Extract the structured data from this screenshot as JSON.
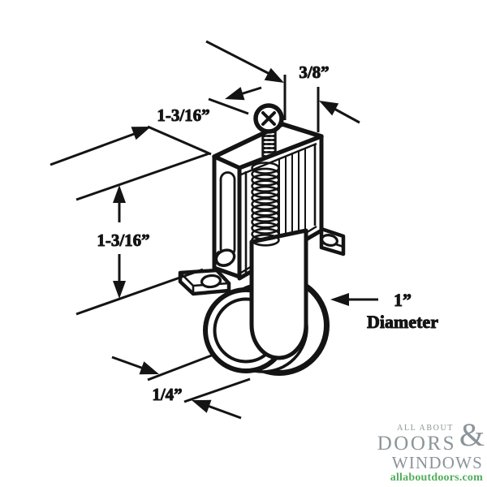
{
  "figure": {
    "description": "Technical line drawing of a spring-loaded sliding screen door roller assembly with tension screw, housing, mounting flanges and grooved wheel"
  },
  "dimensions": {
    "screw_offset": {
      "label": "3/8”"
    },
    "housing_depth": {
      "label": "1-3/16”"
    },
    "housing_height": {
      "label": "1-3/16”"
    },
    "wheel_diameter": {
      "value": "1”",
      "word": "Diameter"
    },
    "wheel_width": {
      "label": "1/4”"
    }
  },
  "logo": {
    "line1": "ALL ABOUT",
    "ampersand": "&",
    "line2": "DOORS",
    "line3": "WINDOWS",
    "url": "allaboutdoors.com",
    "text_color": "#8b9499",
    "url_color": "#53ae5e"
  },
  "colors": {
    "ink": "#141414",
    "background": "#ffffff"
  }
}
